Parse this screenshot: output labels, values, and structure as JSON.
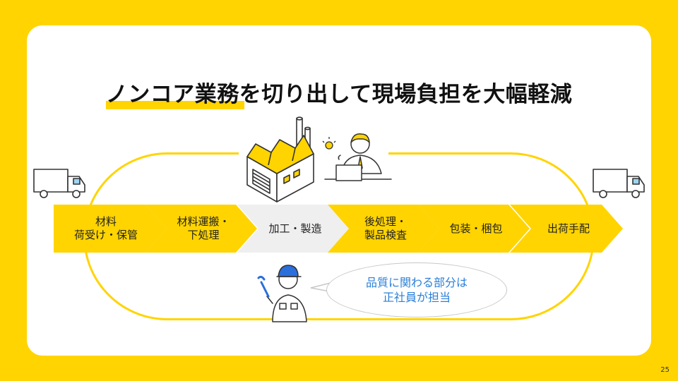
{
  "slide": {
    "title": "ノンコア業務を切り出して現場負担を大幅軽減",
    "page_number": "25"
  },
  "flow": [
    {
      "label": "材料\n荷受け・保管",
      "fill": "#FFD400"
    },
    {
      "label": "材料運搬・\n下処理",
      "fill": "#FFD400"
    },
    {
      "label": "加工・製造",
      "fill": "#EFEFEF"
    },
    {
      "label": "後処理・\n製品検査",
      "fill": "#FFD400"
    },
    {
      "label": "包装・梱包",
      "fill": "#FFD400"
    },
    {
      "label": "出荷手配",
      "fill": "#FFD400"
    }
  ],
  "bubble": {
    "text": "品質に関わる部分は\n正社員が担当",
    "text_color": "#2A7FD9"
  },
  "colors": {
    "brand_yellow": "#FFD400",
    "background_card": "#FFFFFF"
  },
  "icons": [
    "truck-icon",
    "factory-icon",
    "office-worker-icon",
    "worker-with-wrench-icon",
    "lightbulb-icon"
  ]
}
